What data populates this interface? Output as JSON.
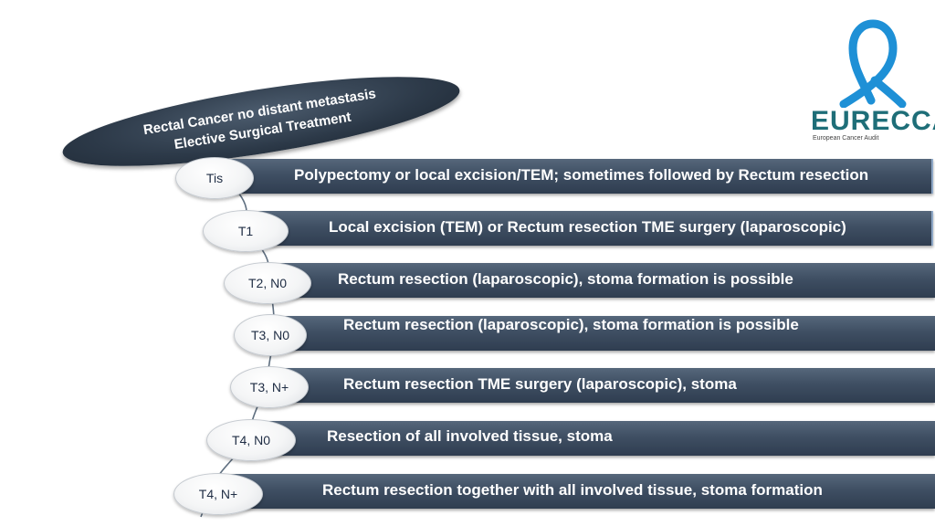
{
  "title": {
    "line1": "Rectal Cancer no distant metastasis",
    "line2": "Elective Surgical Treatment"
  },
  "logo": {
    "name": "EURECCA",
    "subtitle": "European Cancer Audit",
    "ribbon_color": "#1e90d6",
    "text_color": "#1e6e78"
  },
  "stages": [
    {
      "stage": "Tis",
      "treatment": "Polypectomy or local excision/TEM; sometimes followed by Rectum resection"
    },
    {
      "stage": "T1",
      "treatment": "Local excision (TEM) or Rectum resection TME surgery (laparoscopic)"
    },
    {
      "stage": "T2, N0",
      "treatment": "Rectum resection (laparoscopic), stoma formation is possible"
    },
    {
      "stage": "T3, N0",
      "treatment": "Rectum resection (laparoscopic), stoma formation is possible"
    },
    {
      "stage": "T3, N+",
      "treatment": "Rectum resection TME surgery (laparoscopic), stoma"
    },
    {
      "stage": "T4, N0",
      "treatment": "Resection of all involved tissue, stoma"
    },
    {
      "stage": "T4, N+",
      "treatment": "Rectum resection  together with all involved tissue, stoma formation"
    }
  ],
  "colors": {
    "bar": "#3f4f63",
    "title_oval": "#2c3948",
    "stage_text": "#1f2d44"
  }
}
